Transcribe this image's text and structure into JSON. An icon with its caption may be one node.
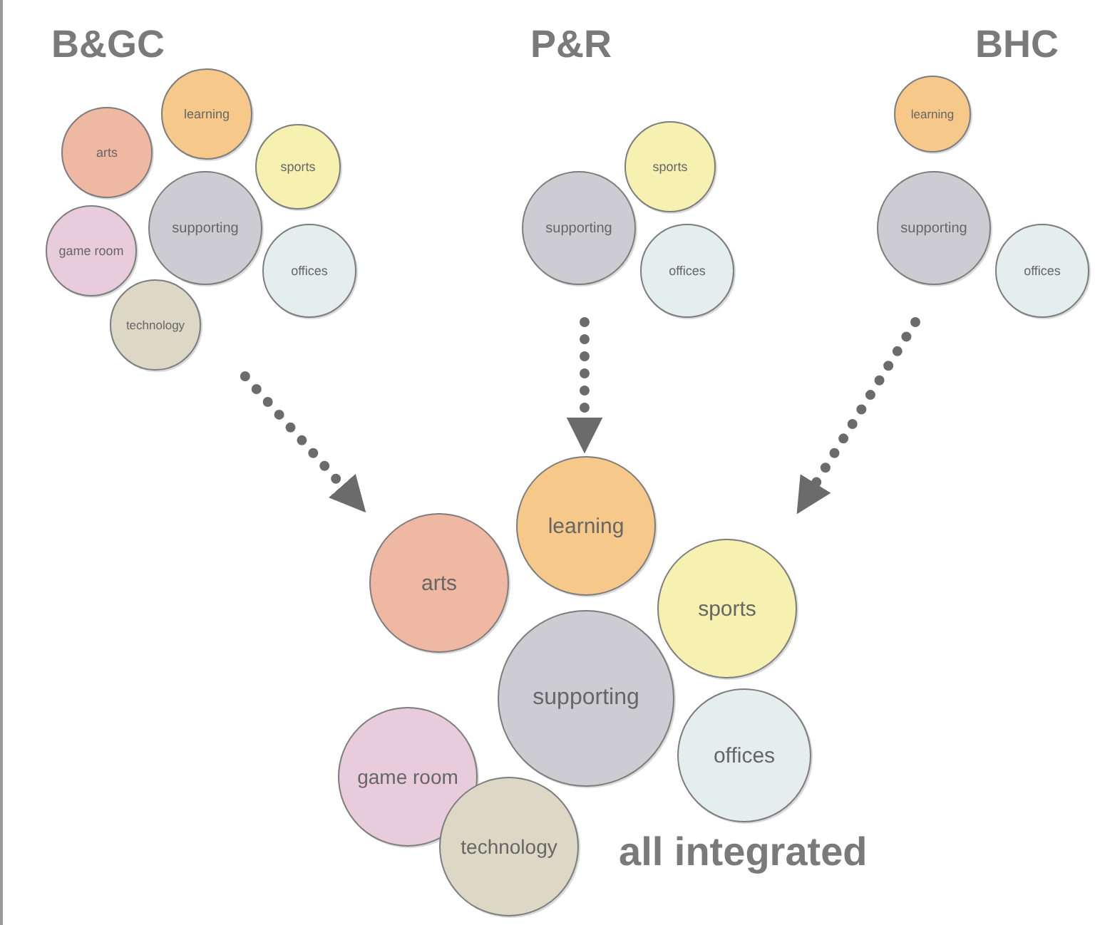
{
  "diagram": {
    "nodes": [
      {
        "text": [
          "B&GC"
        ]
      },
      {
        "text": [
          "learning"
        ],
        "in": 0
      },
      {
        "text": [
          "arts"
        ],
        "in": 0
      },
      {
        "text": [
          "sports"
        ],
        "in": 0
      },
      {
        "text": [
          "supporting"
        ],
        "in": 0
      },
      {
        "text": [
          "game room"
        ],
        "in": 0
      },
      {
        "text": [
          "offices"
        ],
        "in": 0
      },
      {
        "text": [
          "technology"
        ],
        "in": 0
      },
      {
        "text": [
          "P&R"
        ]
      },
      {
        "text": [
          "sports"
        ],
        "in": 8
      },
      {
        "text": [
          "supporting"
        ],
        "in": 8
      },
      {
        "text": [
          "offices"
        ],
        "in": 8
      },
      {
        "text": [
          "BHC"
        ]
      },
      {
        "text": [
          "learning"
        ],
        "in": 12
      },
      {
        "text": [
          "supporting"
        ],
        "in": 12
      },
      {
        "text": [
          "offices"
        ],
        "in": 12
      },
      {
        "text": [
          "all integrated"
        ]
      },
      {
        "text": [
          "learning"
        ],
        "in": 16
      },
      {
        "text": [
          "arts"
        ],
        "in": 16
      },
      {
        "text": [
          "sports"
        ],
        "in": 16
      },
      {
        "text": [
          "supporting"
        ],
        "in": 16
      },
      {
        "text": [
          "game room"
        ],
        "in": 16
      },
      {
        "text": [
          "offices"
        ],
        "in": 16
      },
      {
        "text": [
          "technology"
        ],
        "in": 16
      }
    ],
    "edges": [
      {
        "from": 0,
        "to": 16,
        "arrow": "to",
        "style": "dashed"
      },
      {
        "from": 8,
        "to": 16,
        "arrow": "to",
        "style": "dashed"
      },
      {
        "from": 12,
        "to": 16,
        "arrow": "to",
        "style": "dashed"
      }
    ]
  }
}
